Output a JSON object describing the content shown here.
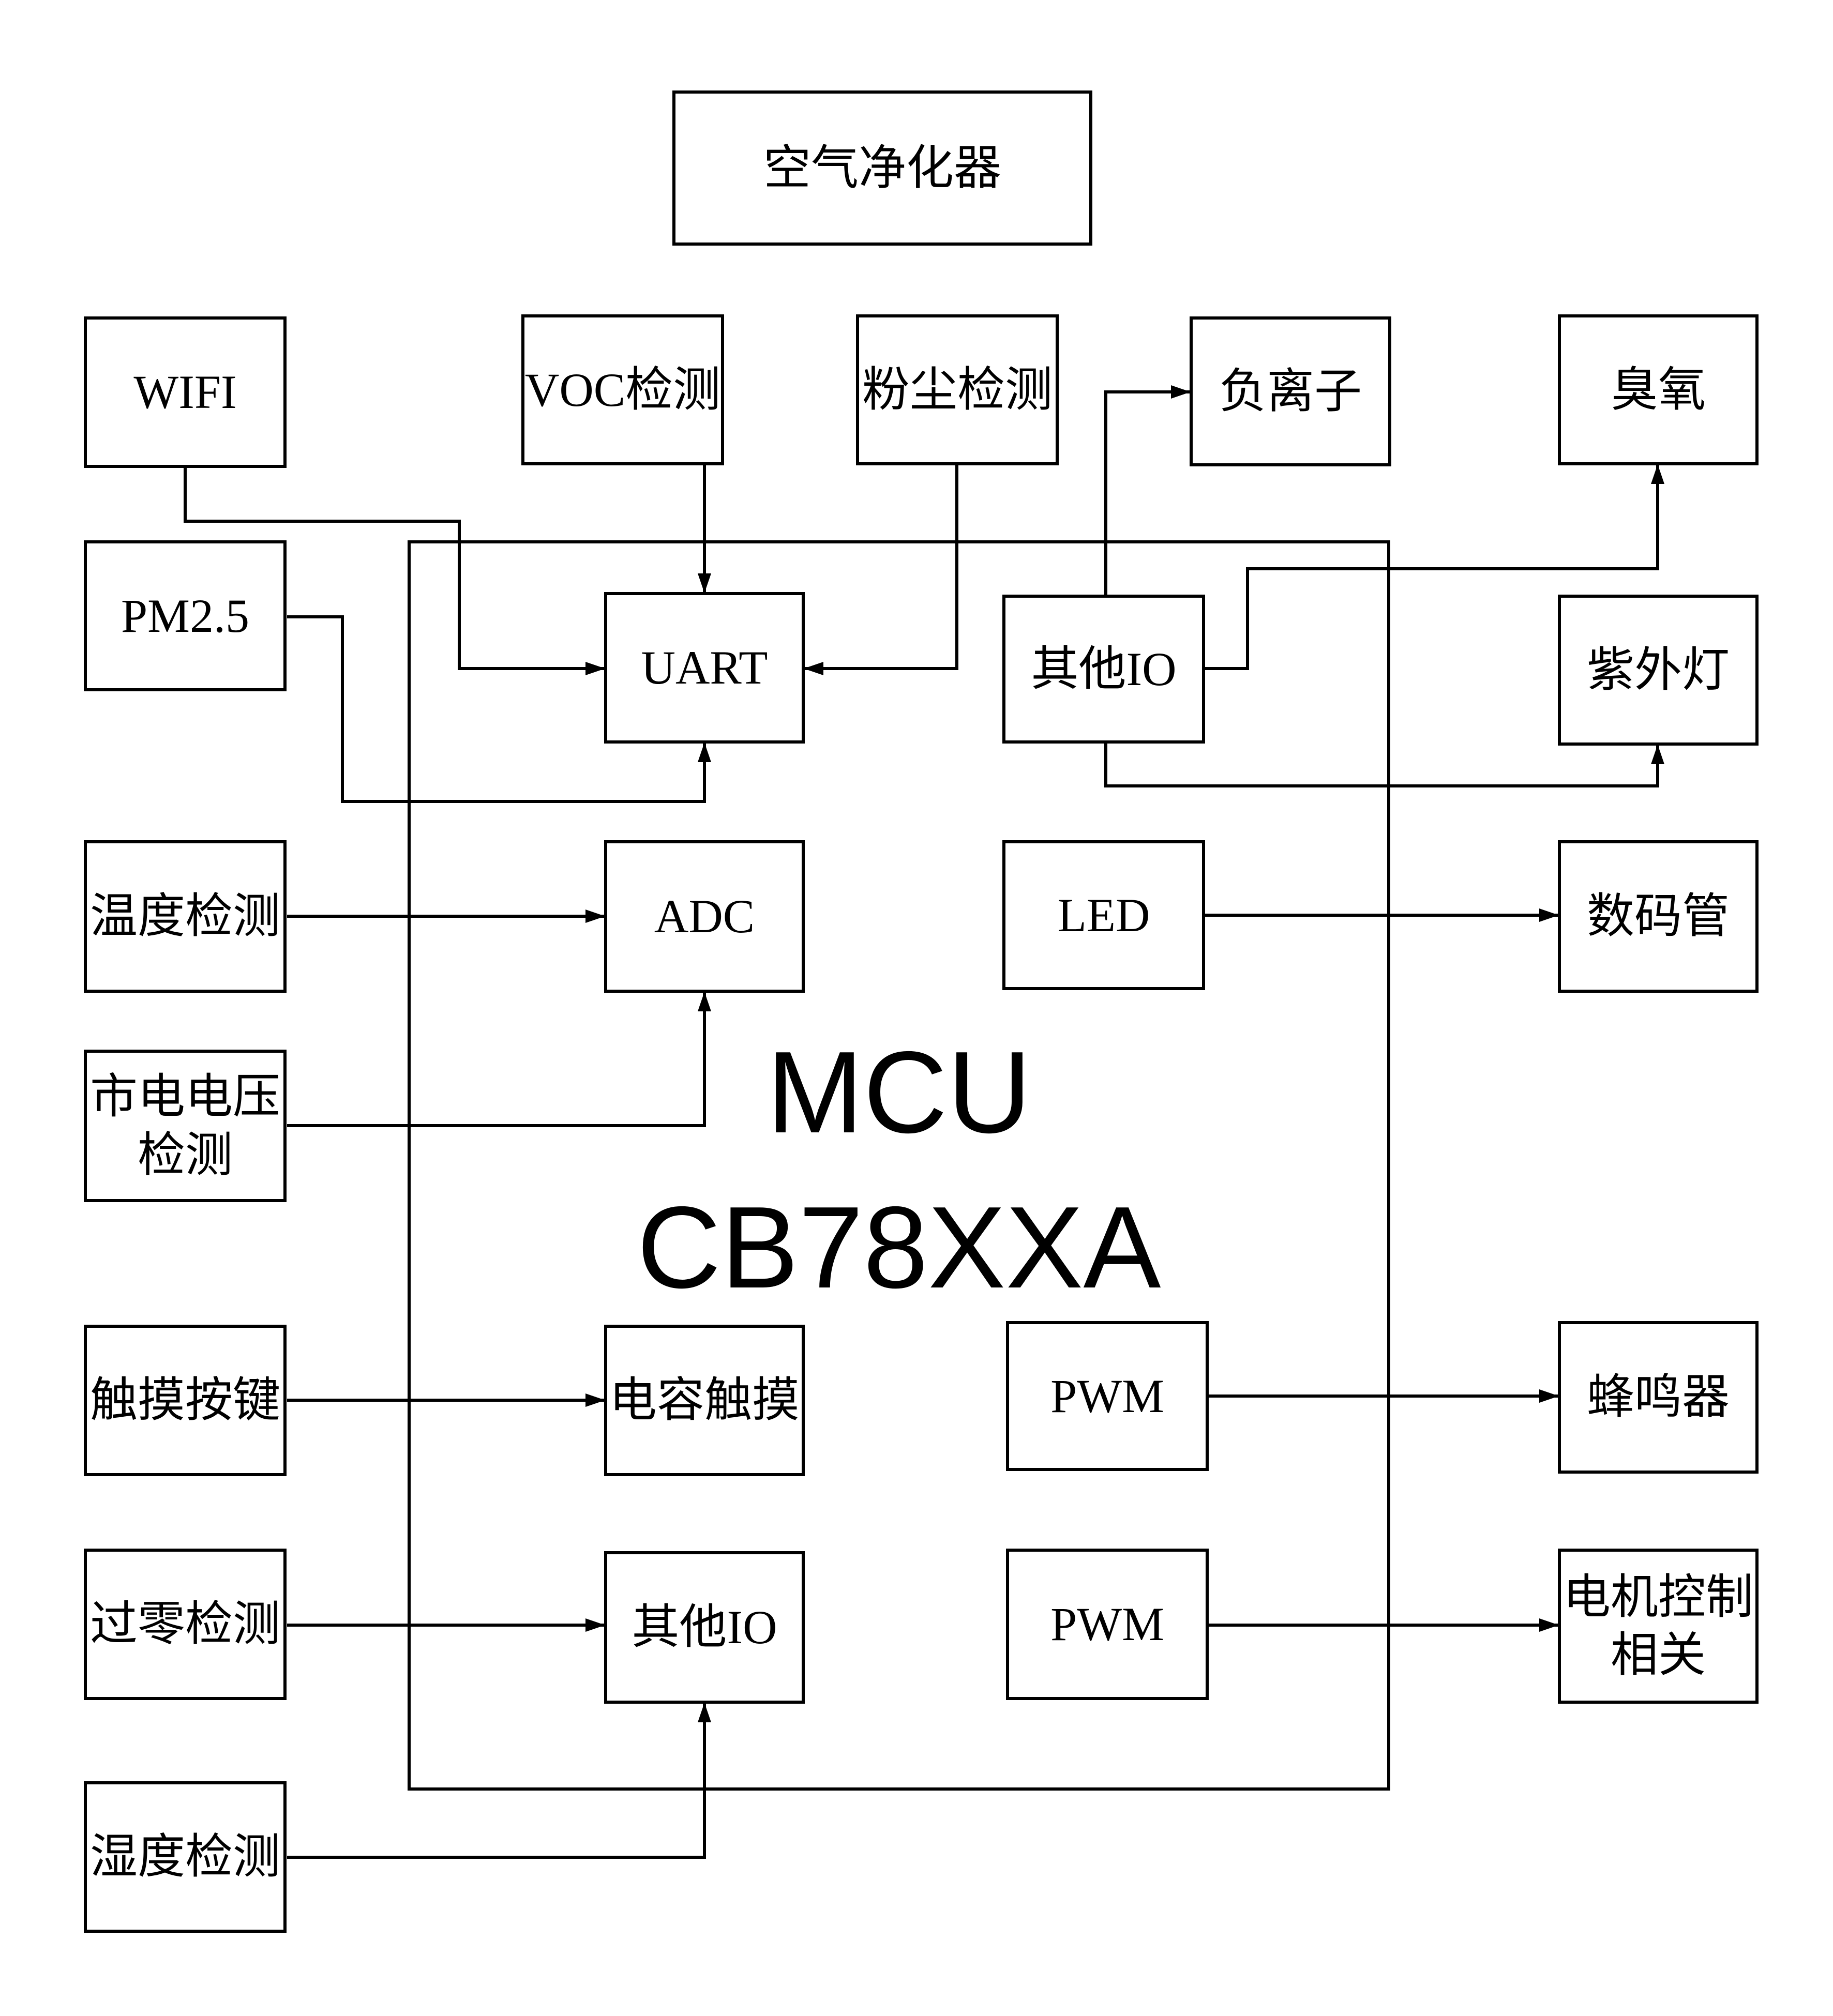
{
  "diagram": {
    "title_box": "空气净化器",
    "mcu": {
      "line1": "MCU",
      "line2": "CB78XXA"
    },
    "nodes": {
      "wifi": "WIFI",
      "voc_detect": "VOC检测",
      "dust_detect": "粉尘检测",
      "negative_ion": "负离子",
      "ozone": "臭氧",
      "pm25": "PM2.5",
      "uart": "UART",
      "other_io_top": "其他IO",
      "uv_lamp": "紫外灯",
      "temp_detect": "温度检测",
      "adc": "ADC",
      "led": "LED",
      "digital_tube": "数码管",
      "mains_voltage_detect": "市电电压\n检测",
      "touch_key": "触摸按键",
      "cap_touch": "电容触摸",
      "pwm_top": "PWM",
      "buzzer": "蜂鸣器",
      "zero_cross_detect": "过零检测",
      "other_io_bottom": "其他IO",
      "pwm_bottom": "PWM",
      "motor_control": "电机控制\n相关",
      "humidity_detect": "湿度检测"
    },
    "colors": {
      "line": "#000000",
      "background": "#ffffff"
    }
  }
}
